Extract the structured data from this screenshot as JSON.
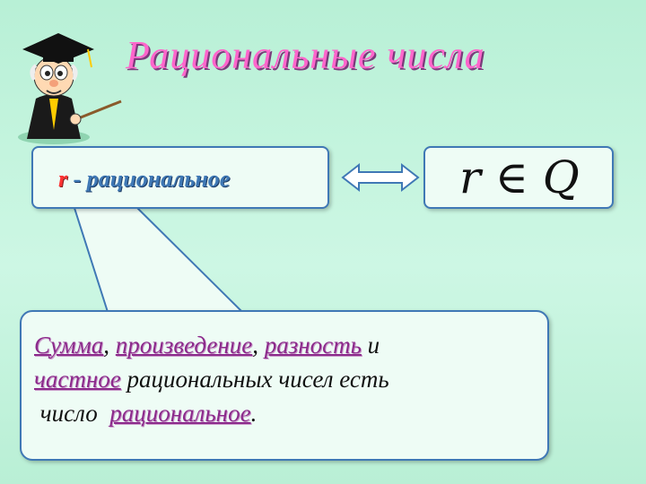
{
  "title": "Рациональные  числа",
  "definition": {
    "variable": "r",
    "rest": " - рациональное"
  },
  "formula": "r ∈ Q",
  "statement": {
    "word1": "Сумма",
    "sep1": ", ",
    "word2": "произведение",
    "sep2": ", ",
    "word3": "разность",
    "sep3": " и",
    "word4": "частное",
    "mid": " рациональных чисел  есть",
    "prefix": " число  ",
    "word5": "рациональное",
    "end": "."
  },
  "colors": {
    "title": "#ff66cc",
    "box_border": "#3f78b5",
    "highlight": "#8b2a8b",
    "variable": "#ff3333"
  },
  "icons": [
    "professor-mascot",
    "double-arrow-icon"
  ]
}
